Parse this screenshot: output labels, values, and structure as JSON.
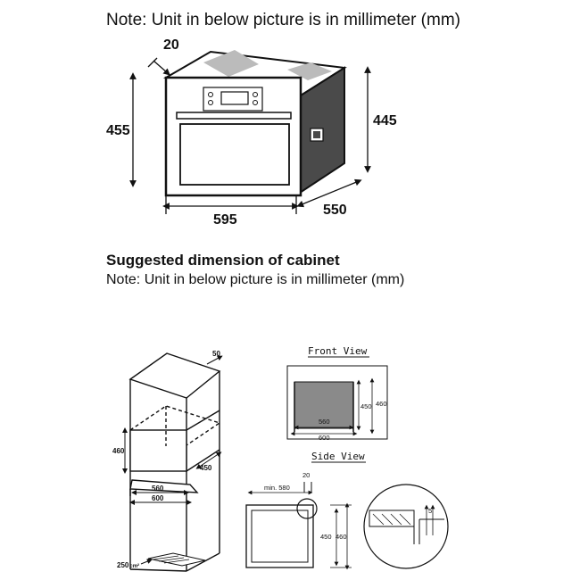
{
  "top_note": "Note: Unit in below picture is in millimeter (mm)",
  "cabinet_heading": "Suggested dimension of cabinet",
  "cabinet_note": "Note: Unit in below picture is in millimeter (mm)",
  "oven_dims": {
    "depth_top": "20",
    "height_front": "455",
    "height_side": "445",
    "width": "595",
    "depth": "550"
  },
  "cabinet_dims": {
    "top": "50",
    "height": "460",
    "depth": "450",
    "inner_width": "560",
    "outer_width": "600",
    "bottom": "250",
    "bottom_unit": "cm²"
  },
  "front_view": {
    "title": "Front View",
    "h1": "450",
    "h2": "460",
    "w1": "560",
    "w2": "600"
  },
  "side_view": {
    "title": "Side View",
    "top": "20",
    "min": "min. 580",
    "h1": "450",
    "h2": "460",
    "detail": "5"
  }
}
